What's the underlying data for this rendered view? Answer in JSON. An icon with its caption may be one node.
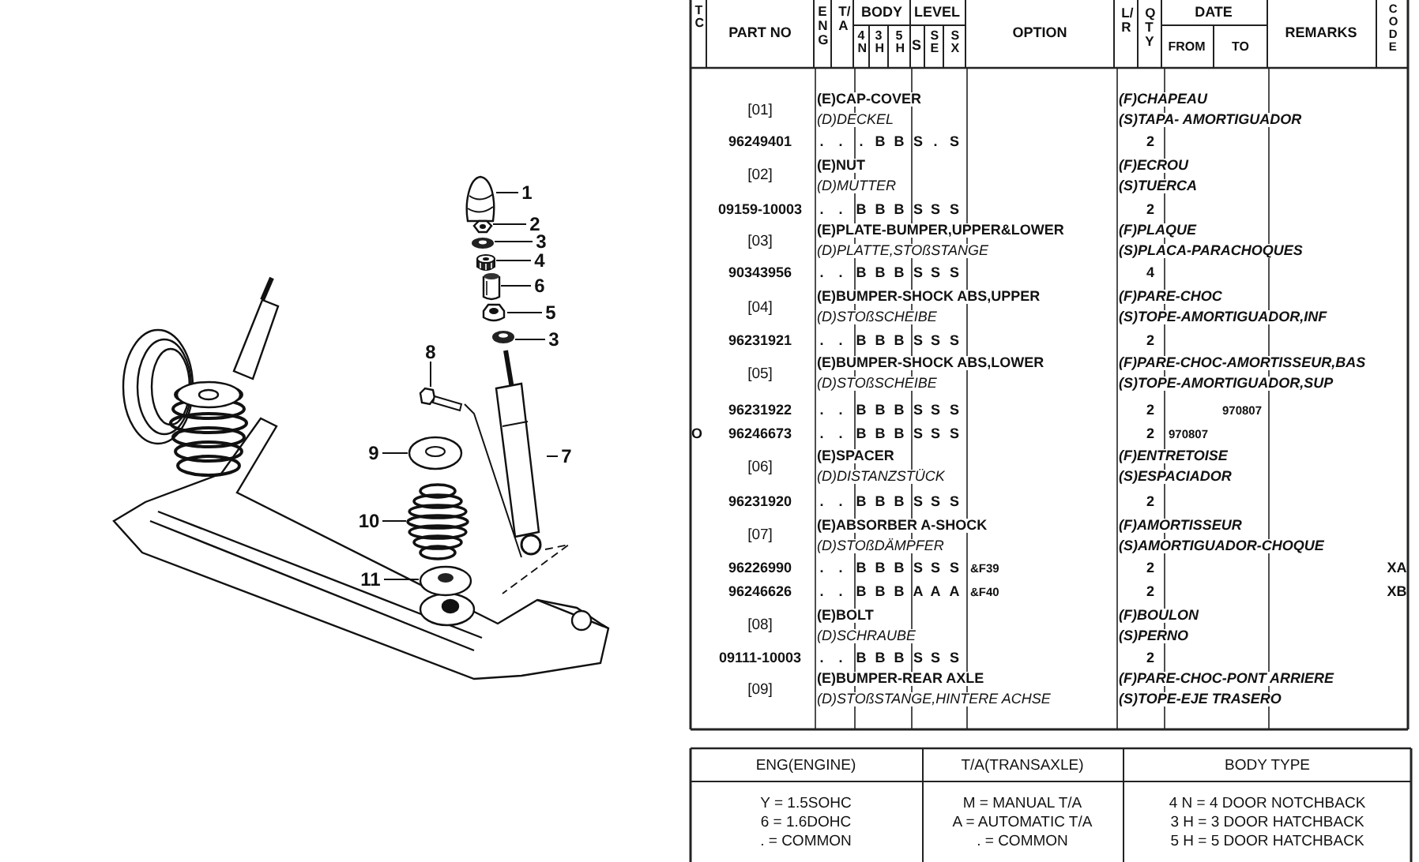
{
  "diagram": {
    "nodes": [
      {
        "text": [
          "1"
        ]
      },
      {
        "text": [
          "2"
        ]
      },
      {
        "text": [
          "3"
        ]
      },
      {
        "text": [
          "4"
        ]
      },
      {
        "text": [
          "6"
        ]
      },
      {
        "text": [
          "5"
        ]
      },
      {
        "text": [
          "3"
        ]
      },
      {
        "text": [
          "8"
        ]
      },
      {
        "text": [
          "7"
        ]
      },
      {
        "text": [
          "9"
        ]
      },
      {
        "text": [
          "10"
        ]
      },
      {
        "text": [
          "11"
        ]
      },
      {
        "text": [],
        "shape": "picture"
      },
      {
        "text": [],
        "shape": "picture"
      },
      {
        "text": [],
        "shape": "picture"
      },
      {
        "text": [],
        "shape": "picture"
      },
      {
        "text": [],
        "shape": "cylinder"
      },
      {
        "text": [],
        "shape": "picture"
      },
      {
        "text": [],
        "shape": "picture"
      },
      {
        "text": [],
        "shape": "picture"
      },
      {
        "text": [],
        "shape": "picture"
      },
      {
        "text": [],
        "shape": "picture"
      },
      {
        "text": [],
        "shape": "picture"
      },
      {
        "text": [],
        "shape": "picture"
      }
    ],
    "edges": [
      {
        "from": 0,
        "to": 12,
        "arrow": "none"
      },
      {
        "from": 1,
        "to": 13,
        "arrow": "none"
      },
      {
        "from": 2,
        "to": 14,
        "arrow": "none"
      },
      {
        "from": 3,
        "to": 15,
        "arrow": "none"
      },
      {
        "from": 4,
        "to": 16,
        "arrow": "none"
      },
      {
        "from": 5,
        "to": 17,
        "arrow": "none"
      },
      {
        "from": 6,
        "to": 18,
        "arrow": "none"
      },
      {
        "from": 7,
        "to": 19,
        "arrow": "none"
      },
      {
        "from": 8,
        "to": 20,
        "arrow": "none"
      },
      {
        "from": 9,
        "to": 21,
        "arrow": "none"
      },
      {
        "from": 10,
        "to": 22,
        "arrow": "none"
      },
      {
        "from": 11,
        "to": 23,
        "arrow": "none"
      },
      {
        "from": 19,
        "to": 20,
        "arrow": "none"
      }
    ],
    "labels": [
      "TC",
      "PART NO",
      "ENG",
      "T/A",
      "BODY",
      "LEVEL",
      "OPTION",
      "L/R",
      "QTY",
      "DATE",
      "REMARKS",
      "CODE",
      "4N",
      "3H",
      "5H",
      "S",
      "SE",
      "SX",
      "FROM",
      "TO",
      "[01]",
      "(E)CAP-COVER",
      "(F)CHAPEAU",
      "(D)DECKEL",
      "(S)TAPA- AMORTIGUADOR",
      "96249401",
      ".",
      ".",
      ".",
      "B",
      "B",
      "S",
      ".",
      "S",
      "2",
      "[02]",
      "(E)NUT",
      "(F)ECROU",
      "(D)MUTTER",
      "(S)TUERCA",
      "09159-10003",
      ".",
      ".",
      "B",
      "B",
      "B",
      "S",
      "S",
      "S",
      "2",
      "[03]",
      "(E)PLATE-BUMPER,UPPER&LOWER",
      "(F)PLAQUE",
      "(D)PLATTE,STOßSTANGE",
      "(S)PLACA-PARACHOQUES",
      "90343956",
      ".",
      ".",
      "B",
      "B",
      "B",
      "S",
      "S",
      "S",
      "4",
      "[04]",
      "(E)BUMPER-SHOCK ABS,UPPER",
      "(F)PARE-CHOC",
      "(D)STOßSCHEIBE",
      "(S)TOPE-AMORTIGUADOR,INF",
      "96231921",
      ".",
      ".",
      "B",
      "B",
      "B",
      "S",
      "S",
      "S",
      "2",
      "[05]",
      "(E)BUMPER-SHOCK ABS,LOWER",
      "(F)PARE-CHOC-AMORTISSEUR,BAS",
      "(D)STOßSCHEIBE",
      "(S)TOPE-AMORTIGUADOR,SUP",
      "96231922",
      ".",
      ".",
      "B",
      "B",
      "B",
      "S",
      "S",
      "S",
      "2",
      "970807",
      "O",
      "96246673",
      ".",
      ".",
      "B",
      "B",
      "B",
      "S",
      "S",
      "S",
      "2",
      "970807",
      "[06]",
      "(E)SPACER",
      "(F)ENTRETOISE",
      "(D)DISTANZSTÜCK",
      "(S)ESPACIADOR",
      "96231920",
      ".",
      ".",
      "B",
      "B",
      "B",
      "S",
      "S",
      "S",
      "2",
      "[07]",
      "(E)ABSORBER A-SHOCK",
      "(F)AMORTISSEUR",
      "(D)STOßDÄMPFER",
      "(S)AMORTIGUADOR-CHOQUE",
      "96226990",
      ".",
      ".",
      "B",
      "B",
      "B",
      "S",
      "S",
      "S",
      "&F39",
      "2",
      "XA",
      "96246626",
      ".",
      ".",
      "B",
      "B",
      "B",
      "A",
      "A",
      "A",
      "&F40",
      "2",
      "XB",
      "[08]",
      "(E)BOLT",
      "(F)BOULON",
      "(D)SCHRAUBE",
      "(S)PERNO",
      "09111-10003",
      ".",
      ".",
      "B",
      "B",
      "B",
      "S",
      "S",
      "S",
      "2",
      "[09]",
      "(E)BUMPER-REAR AXLE",
      "(F)PARE-CHOC-PONT ARRIERE",
      "(D)STOßSTANGE,HINTERE ACHSE",
      "(S)TOPE-EJE TRASERO",
      "ENG(ENGINE)",
      "T/A(TRANSAXLE)",
      "BODY TYPE",
      "Y = 1.5SOHC",
      "M = MANUAL T/A",
      "4 N = 4 DOOR NOTCHBACK",
      "6 = 1.6DOHC",
      "A = AUTOMATIC T/A",
      "3 H = 3 DOOR HATCHBACK",
      ". = COMMON",
      ". = COMMON",
      "5 H = 5 DOOR HATCHBACK"
    ]
  }
}
